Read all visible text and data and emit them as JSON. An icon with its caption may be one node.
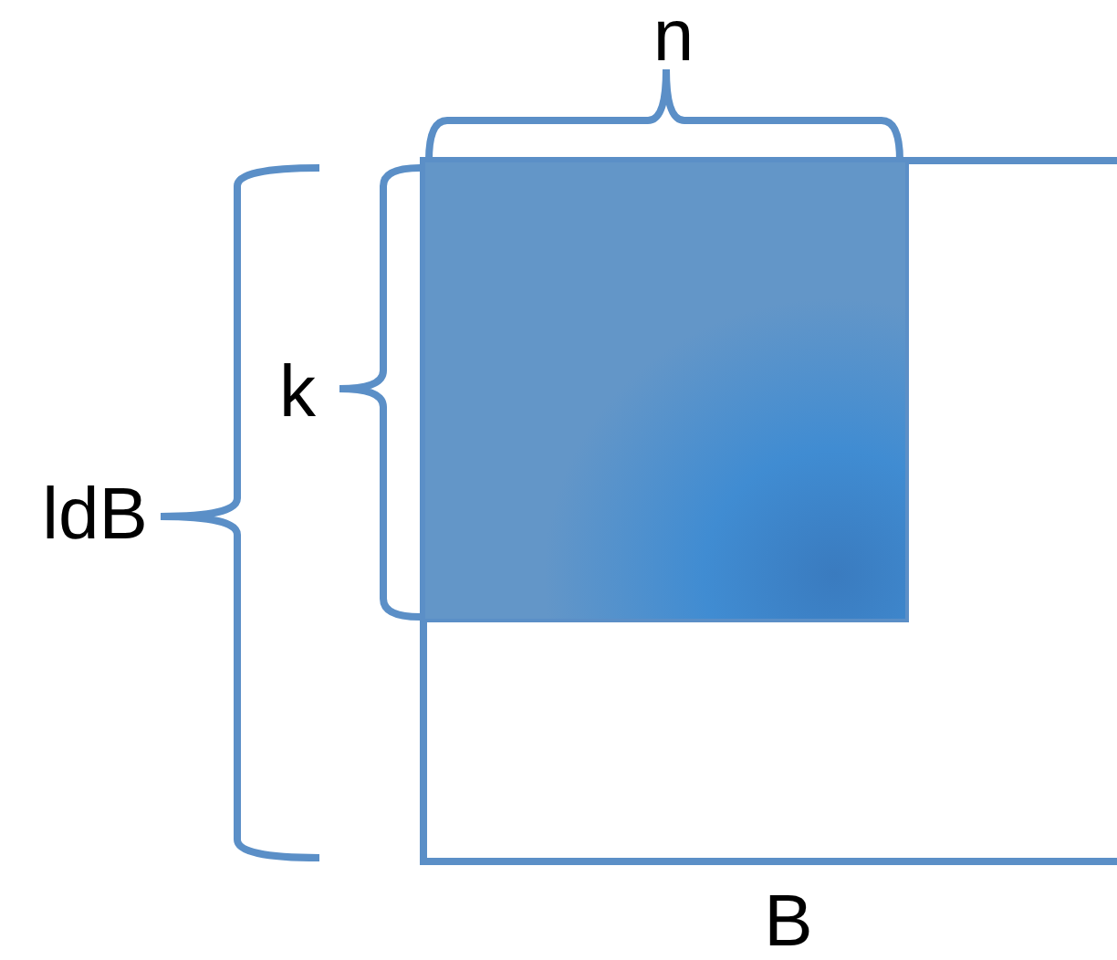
{
  "diagram": {
    "labels": [
      "n",
      "k",
      "ldB",
      "B"
    ]
  }
}
